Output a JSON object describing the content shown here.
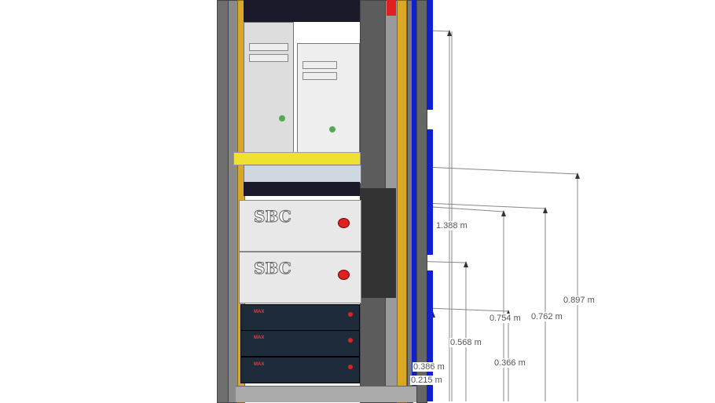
{
  "equipment": {
    "server_brand": "SBC",
    "amplifier_brand": "MAX"
  },
  "dimensions": [
    "1.388 m",
    "0.754 m",
    "0.762 m",
    "0.897 m",
    "0.568 m",
    "0.366 m",
    "0.386 m",
    "0.215 m"
  ],
  "colors": {
    "rail": "#d9a826",
    "strip": "#1020d0",
    "shelf": "#f0e030",
    "post": "#6e6e6e"
  }
}
